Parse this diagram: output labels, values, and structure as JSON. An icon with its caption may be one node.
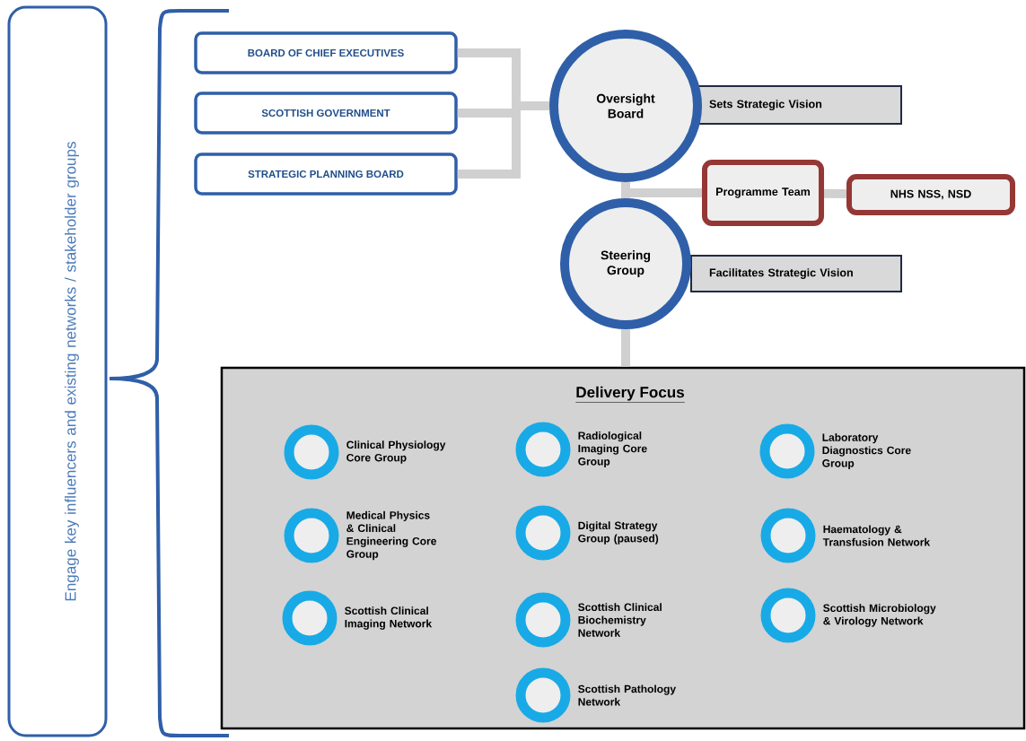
{
  "diagram": {
    "nodes": [
      {
        "text": [
          "Engage key influencers and existing networks / stakeholder groups"
        ]
      },
      {
        "text": [
          "BOARD OF CHIEF EXECUTIVES"
        ]
      },
      {
        "text": [
          "SCOTTISH GOVERNMENT"
        ]
      },
      {
        "text": [
          "STRATEGIC PLANNING BOARD"
        ]
      },
      {
        "text": [
          "Oversight Board"
        ]
      },
      {
        "text": [
          "Sets Strategic Vision"
        ]
      },
      {
        "text": [
          "Programme Team"
        ]
      },
      {
        "text": [
          "NHS NSS, NSD"
        ]
      },
      {
        "text": [
          "Steering Group"
        ]
      },
      {
        "text": [
          "Facilitates Strategic Vision"
        ]
      },
      {
        "text": [
          "Delivery Focus"
        ]
      },
      {
        "text": [],
        "shape": "circle",
        "in": 10,
        "beside": [
          "Clinical Physiology Core Group"
        ]
      },
      {
        "text": [],
        "shape": "circle",
        "in": 10,
        "beside": [
          "Radiological Imaging Core Group"
        ]
      },
      {
        "text": [],
        "shape": "circle",
        "in": 10,
        "beside": [
          "Laboratory Diagnostics Core Group"
        ]
      },
      {
        "text": [],
        "shape": "circle",
        "in": 10,
        "beside": [
          "Medical Physics & Clinical Engineering Core Group"
        ]
      },
      {
        "text": [],
        "shape": "circle",
        "in": 10,
        "beside": [
          "Digital Strategy Group (paused)"
        ]
      },
      {
        "text": [],
        "shape": "circle",
        "in": 10,
        "beside": [
          "Haematology & Transfusion Network"
        ]
      },
      {
        "text": [],
        "shape": "circle",
        "in": 10,
        "beside": [
          "Scottish Clinical Imaging Network"
        ]
      },
      {
        "text": [],
        "shape": "circle",
        "in": 10,
        "beside": [
          "Scottish Clinical Biochemistry Network"
        ]
      },
      {
        "text": [],
        "shape": "circle",
        "in": 10,
        "beside": [
          "Scottish Microbiology & Virology Network"
        ]
      },
      {
        "text": [],
        "shape": "circle",
        "in": 10,
        "beside": [
          "Scottish Pathology Network"
        ]
      }
    ],
    "edges": [
      {
        "from": 1,
        "to": 4,
        "arrow": "none"
      },
      {
        "from": 2,
        "to": 4,
        "arrow": "none"
      },
      {
        "from": 3,
        "to": 4,
        "arrow": "none"
      },
      {
        "from": 4,
        "to": 8,
        "arrow": "none"
      },
      {
        "from": 4,
        "to": 6,
        "arrow": "none"
      },
      {
        "from": 6,
        "to": 7,
        "arrow": "none"
      },
      {
        "from": 8,
        "to": 10,
        "arrow": "none"
      }
    ]
  }
}
